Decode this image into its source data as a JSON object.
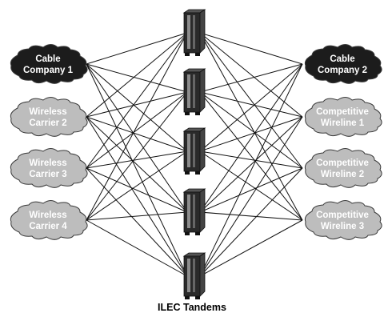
{
  "left_clouds": [
    {
      "id": "cable-company-1",
      "lines": [
        "Cable",
        "Company 1"
      ],
      "style": "dark"
    },
    {
      "id": "wireless-carrier-2",
      "lines": [
        "Wireless",
        "Carrier 2"
      ],
      "style": "light"
    },
    {
      "id": "wireless-carrier-3",
      "lines": [
        "Wireless",
        "Carrier 3"
      ],
      "style": "light"
    },
    {
      "id": "wireless-carrier-4",
      "lines": [
        "Wireless",
        "Carrier 4"
      ],
      "style": "light"
    }
  ],
  "right_clouds": [
    {
      "id": "cable-company-2",
      "lines": [
        "Cable",
        "Company 2"
      ],
      "style": "dark"
    },
    {
      "id": "competitive-wireline-1",
      "lines": [
        "Competitive",
        "Wireline 1"
      ],
      "style": "light"
    },
    {
      "id": "competitive-wireline-2",
      "lines": [
        "Competitive",
        "Wireline 2"
      ],
      "style": "light"
    },
    {
      "id": "competitive-wireline-3",
      "lines": [
        "Competitive",
        "Wireline 3"
      ],
      "style": "light"
    }
  ],
  "tandem_count": 5,
  "caption": "ILEC Tandems",
  "colors": {
    "dark_cloud_fill": "#1c1c1c",
    "dark_cloud_text": "#ffffff",
    "light_cloud_fill": "#bdbdbd",
    "light_cloud_text": "#ffffff",
    "cloud_stroke": "#3a3a3a",
    "link_line": "#111111",
    "tandem_dark": "#2a2a2a",
    "tandem_light": "#8c8c8c"
  }
}
